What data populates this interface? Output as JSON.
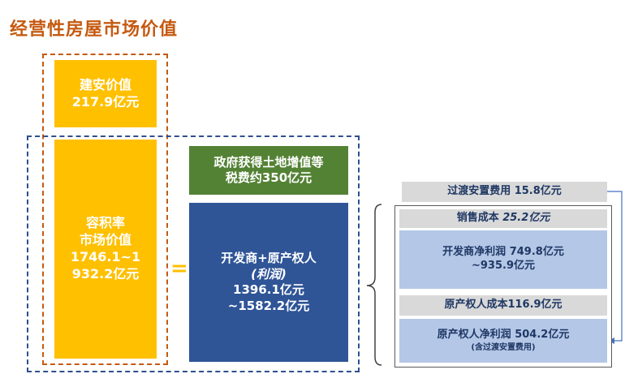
{
  "title": "经营性房屋市场价值",
  "build_value": {
    "line1": "建安价值",
    "line2": "217.9亿元"
  },
  "far_value": {
    "line1": "容积率",
    "line2": "市场价值",
    "line3": "1746.1~1",
    "line4": "932.2亿元"
  },
  "equals": "=",
  "government": {
    "line1": "政府获得土地增值等",
    "line2": "税费约350亿元"
  },
  "developer": {
    "line1": "开发商+原产权人",
    "line2": "(利润)",
    "line3": "1396.1亿元",
    "line4": "~1582.2亿元"
  },
  "transition_cost": "过渡安置费用 15.8亿元",
  "sales_cost": {
    "label": "销售成本 ",
    "value": "25.2亿元"
  },
  "developer_profit": {
    "line1": "开发商净利润 749.8亿元",
    "line2": "~935.9亿元"
  },
  "owner_cost": "原产权人成本116.9亿元",
  "owner_profit": {
    "line1": "原产权人净利润 504.2亿元",
    "line2": "(含过渡安置费用)"
  },
  "colors": {
    "title": "#c55a11",
    "yellow": "#ffc000",
    "green": "#548235",
    "navy": "#2f5597",
    "grey": "#d9d9d9",
    "light_blue": "#b4c7e7",
    "dash_blue": "#2f4f8f"
  }
}
